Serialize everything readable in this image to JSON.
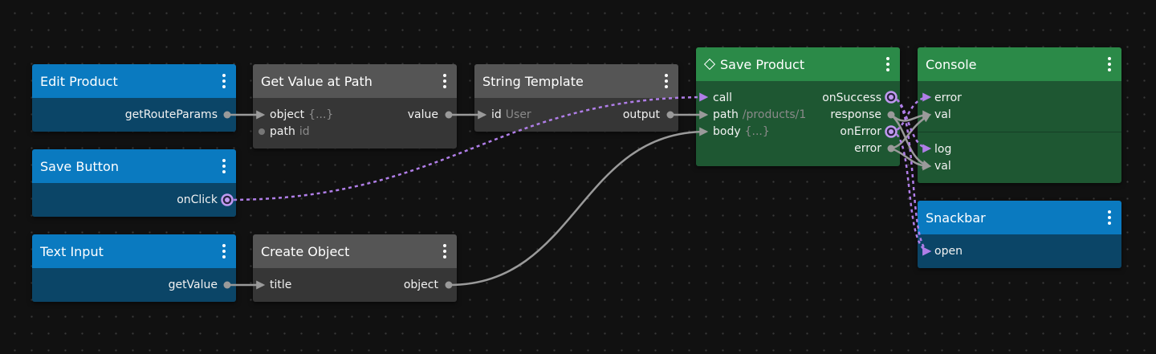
{
  "colors": {
    "background": "#111111",
    "data_wire": "#9a9a9a",
    "signal_wire": "#b07ee8",
    "visual_node_header": "#0a7ac0",
    "logic_node_header": "#555555",
    "action_node_header": "#2b8a48"
  },
  "icons": {
    "node_menu": "vertical-dots-icon",
    "save_product_header": "diamond-icon",
    "data_port": "gray-dot-icon",
    "signal_port": "purple-ring-icon",
    "input_arrow": "triangle-right-icon"
  },
  "nodes": {
    "edit_product": {
      "title": "Edit Product",
      "outputs": {
        "getRouteParams": "getRouteParams"
      }
    },
    "save_button": {
      "title": "Save Button",
      "outputs": {
        "onClick": "onClick"
      }
    },
    "text_input": {
      "title": "Text Input",
      "outputs": {
        "getValue": "getValue"
      }
    },
    "get_value_at_path": {
      "title": "Get Value at Path",
      "inputs": {
        "object": {
          "label": "object",
          "value": "{...}"
        },
        "path": {
          "label": "path",
          "value": "id"
        }
      },
      "outputs": {
        "value": "value"
      }
    },
    "create_object": {
      "title": "Create Object",
      "inputs": {
        "title": {
          "label": "title"
        }
      },
      "outputs": {
        "object": "object"
      }
    },
    "string_template": {
      "title": "String Template",
      "inputs": {
        "id": {
          "label": "id",
          "value": "User"
        }
      },
      "outputs": {
        "output": "output"
      }
    },
    "save_product": {
      "title": "Save Product",
      "inputs": {
        "call": {
          "label": "call"
        },
        "path": {
          "label": "path",
          "value": "/products/1"
        },
        "body": {
          "label": "body",
          "value": "{...}"
        }
      },
      "outputs": {
        "onSuccess": "onSuccess",
        "response": "response",
        "onError": "onError",
        "error": "error"
      }
    },
    "console": {
      "title": "Console",
      "inputs": {
        "error": {
          "label": "error"
        },
        "val1": {
          "label": "val"
        },
        "log": {
          "label": "log"
        },
        "val2": {
          "label": "val"
        }
      }
    },
    "snackbar": {
      "title": "Snackbar",
      "inputs": {
        "open": {
          "label": "open"
        }
      }
    }
  }
}
